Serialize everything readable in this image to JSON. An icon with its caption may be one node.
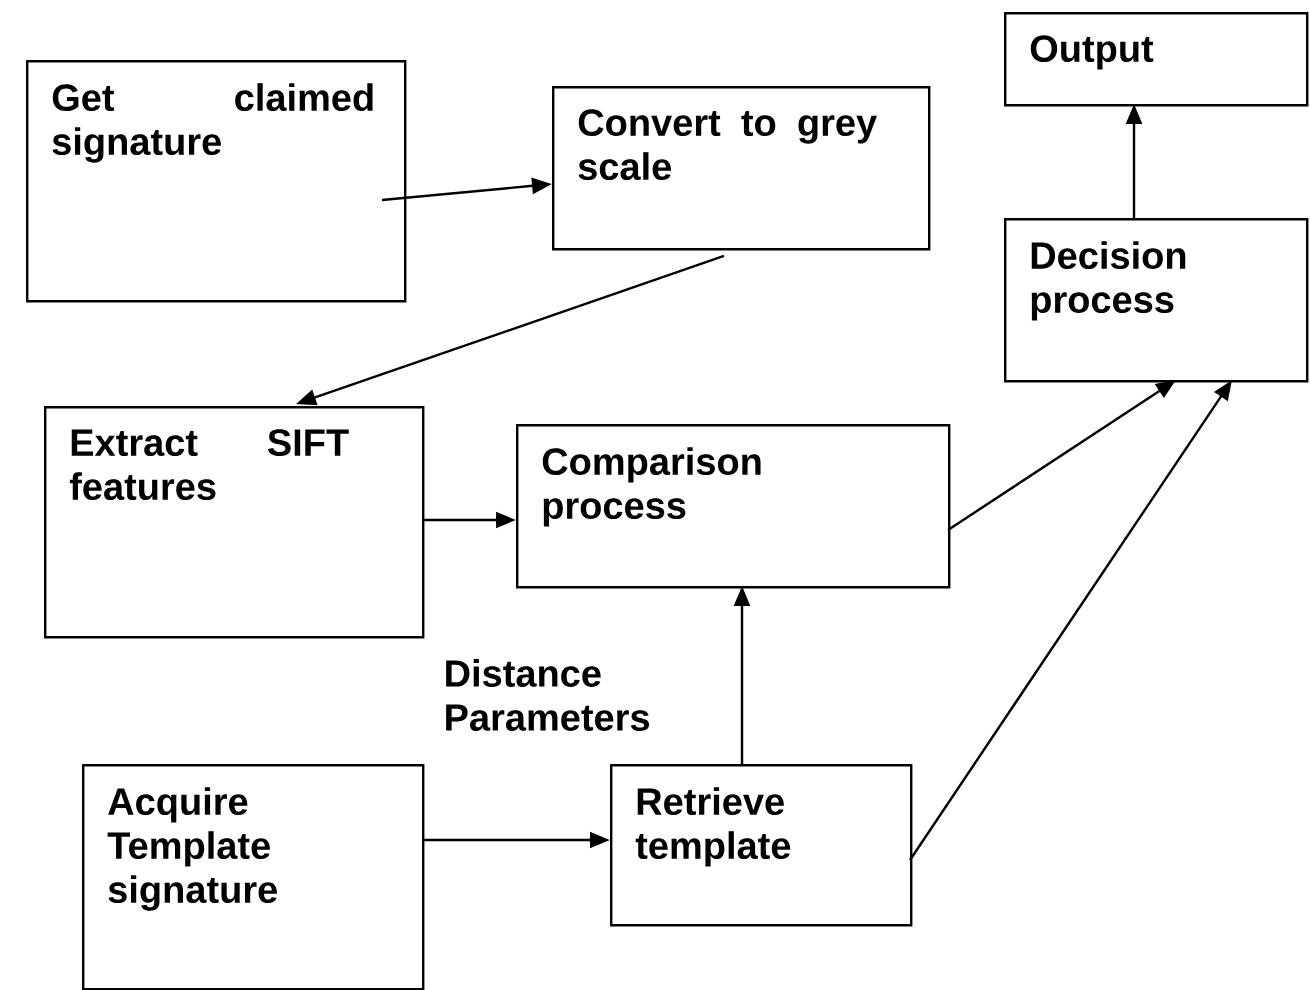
{
  "diagram": {
    "nodes": [
      {
        "text": [
          "Get claimed signature"
        ]
      },
      {
        "text": [
          "Convert to grey scale"
        ]
      },
      {
        "text": [
          "Output"
        ]
      },
      {
        "text": [
          "Decision process"
        ]
      },
      {
        "text": [
          "Extract SIFT features"
        ]
      },
      {
        "text": [
          "Comparison process"
        ]
      },
      {
        "text": [
          "Acquire Template signature"
        ]
      },
      {
        "text": [
          "Retrieve template"
        ]
      }
    ],
    "edges": [
      {
        "from": 0,
        "to": 1,
        "arrow": "to"
      },
      {
        "from": 1,
        "to": 4,
        "arrow": "to"
      },
      {
        "from": 4,
        "to": 5,
        "arrow": "to"
      },
      {
        "from": 6,
        "to": 7,
        "arrow": "to"
      },
      {
        "from": 7,
        "to": 5,
        "arrow": "to",
        "label": "Distance Parameters"
      },
      {
        "from": 5,
        "to": 3,
        "arrow": "to"
      },
      {
        "from": 7,
        "to": 3,
        "arrow": "to"
      },
      {
        "from": 3,
        "to": 2,
        "arrow": "to"
      }
    ]
  }
}
